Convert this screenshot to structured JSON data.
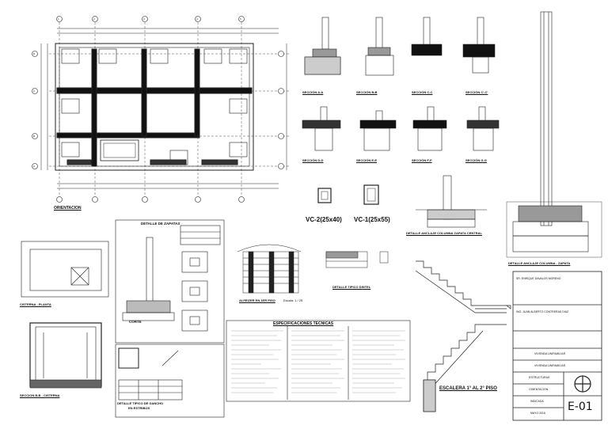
{
  "plan": {
    "axes_top": [
      "1",
      "2",
      "3",
      "4",
      "5"
    ],
    "axes_side": [
      "D",
      "C",
      "B",
      "A"
    ],
    "title": "ORIENTACION"
  },
  "sections": {
    "row1": [
      "SECCIÓN A-A",
      "SECCIÓN B-B",
      "SECCIÓN C-C",
      "SECCIÓN C'-C'"
    ],
    "row2": [
      "SECCIÓN D-D",
      "SECCIÓN E-E",
      "SECCIÓN F-F",
      "SECCIÓN G-G"
    ]
  },
  "columns": {
    "vc2": "VC-2(25x40)",
    "vc1": "VC-1(25x55)"
  },
  "anchor": {
    "central": "DETALLE ANCLAJE COLUMNA ZAPATA CENTRAL",
    "zapata": "DETALLE ANCLAJE COLUMNA - ZAPATA"
  },
  "cistern": {
    "plan": "CISTERNA - PLANTA",
    "section": "SECCION B-B - CISTERNA"
  },
  "footings": {
    "title": "DETALLE DE ZAPATAS",
    "cut": "CORTE"
  },
  "wall": {
    "title": "ALFEIZER EN 1ER PISO",
    "scale": "Escala: 1 / 25"
  },
  "lintel": "DETALLE TIPICO DINTEL",
  "specs": {
    "title": "ESPECIFICACIONES TECNICAS"
  },
  "hooks": {
    "title": "DETALLE TIPICO DE GANCHO",
    "subtitle": "EN ESTRIBOS"
  },
  "stairs": {
    "title": "ESCALERA 1° AL 2° PISO"
  },
  "titleblock": {
    "owner": "SR. ENRIQUE DAVALOS MORENO",
    "engineer": "ING. JUAN ALBERTO CONTRERAS DIAZ",
    "rows": [
      "VIVIENDA UNIFAMILIAR",
      "VIVIENDA UNIFAMILIAR"
    ],
    "labels": [
      "ESTRUCTURAS",
      "CIMENTACION",
      "INDICADA",
      "MAYO 2016"
    ],
    "sheet": "E-01"
  }
}
